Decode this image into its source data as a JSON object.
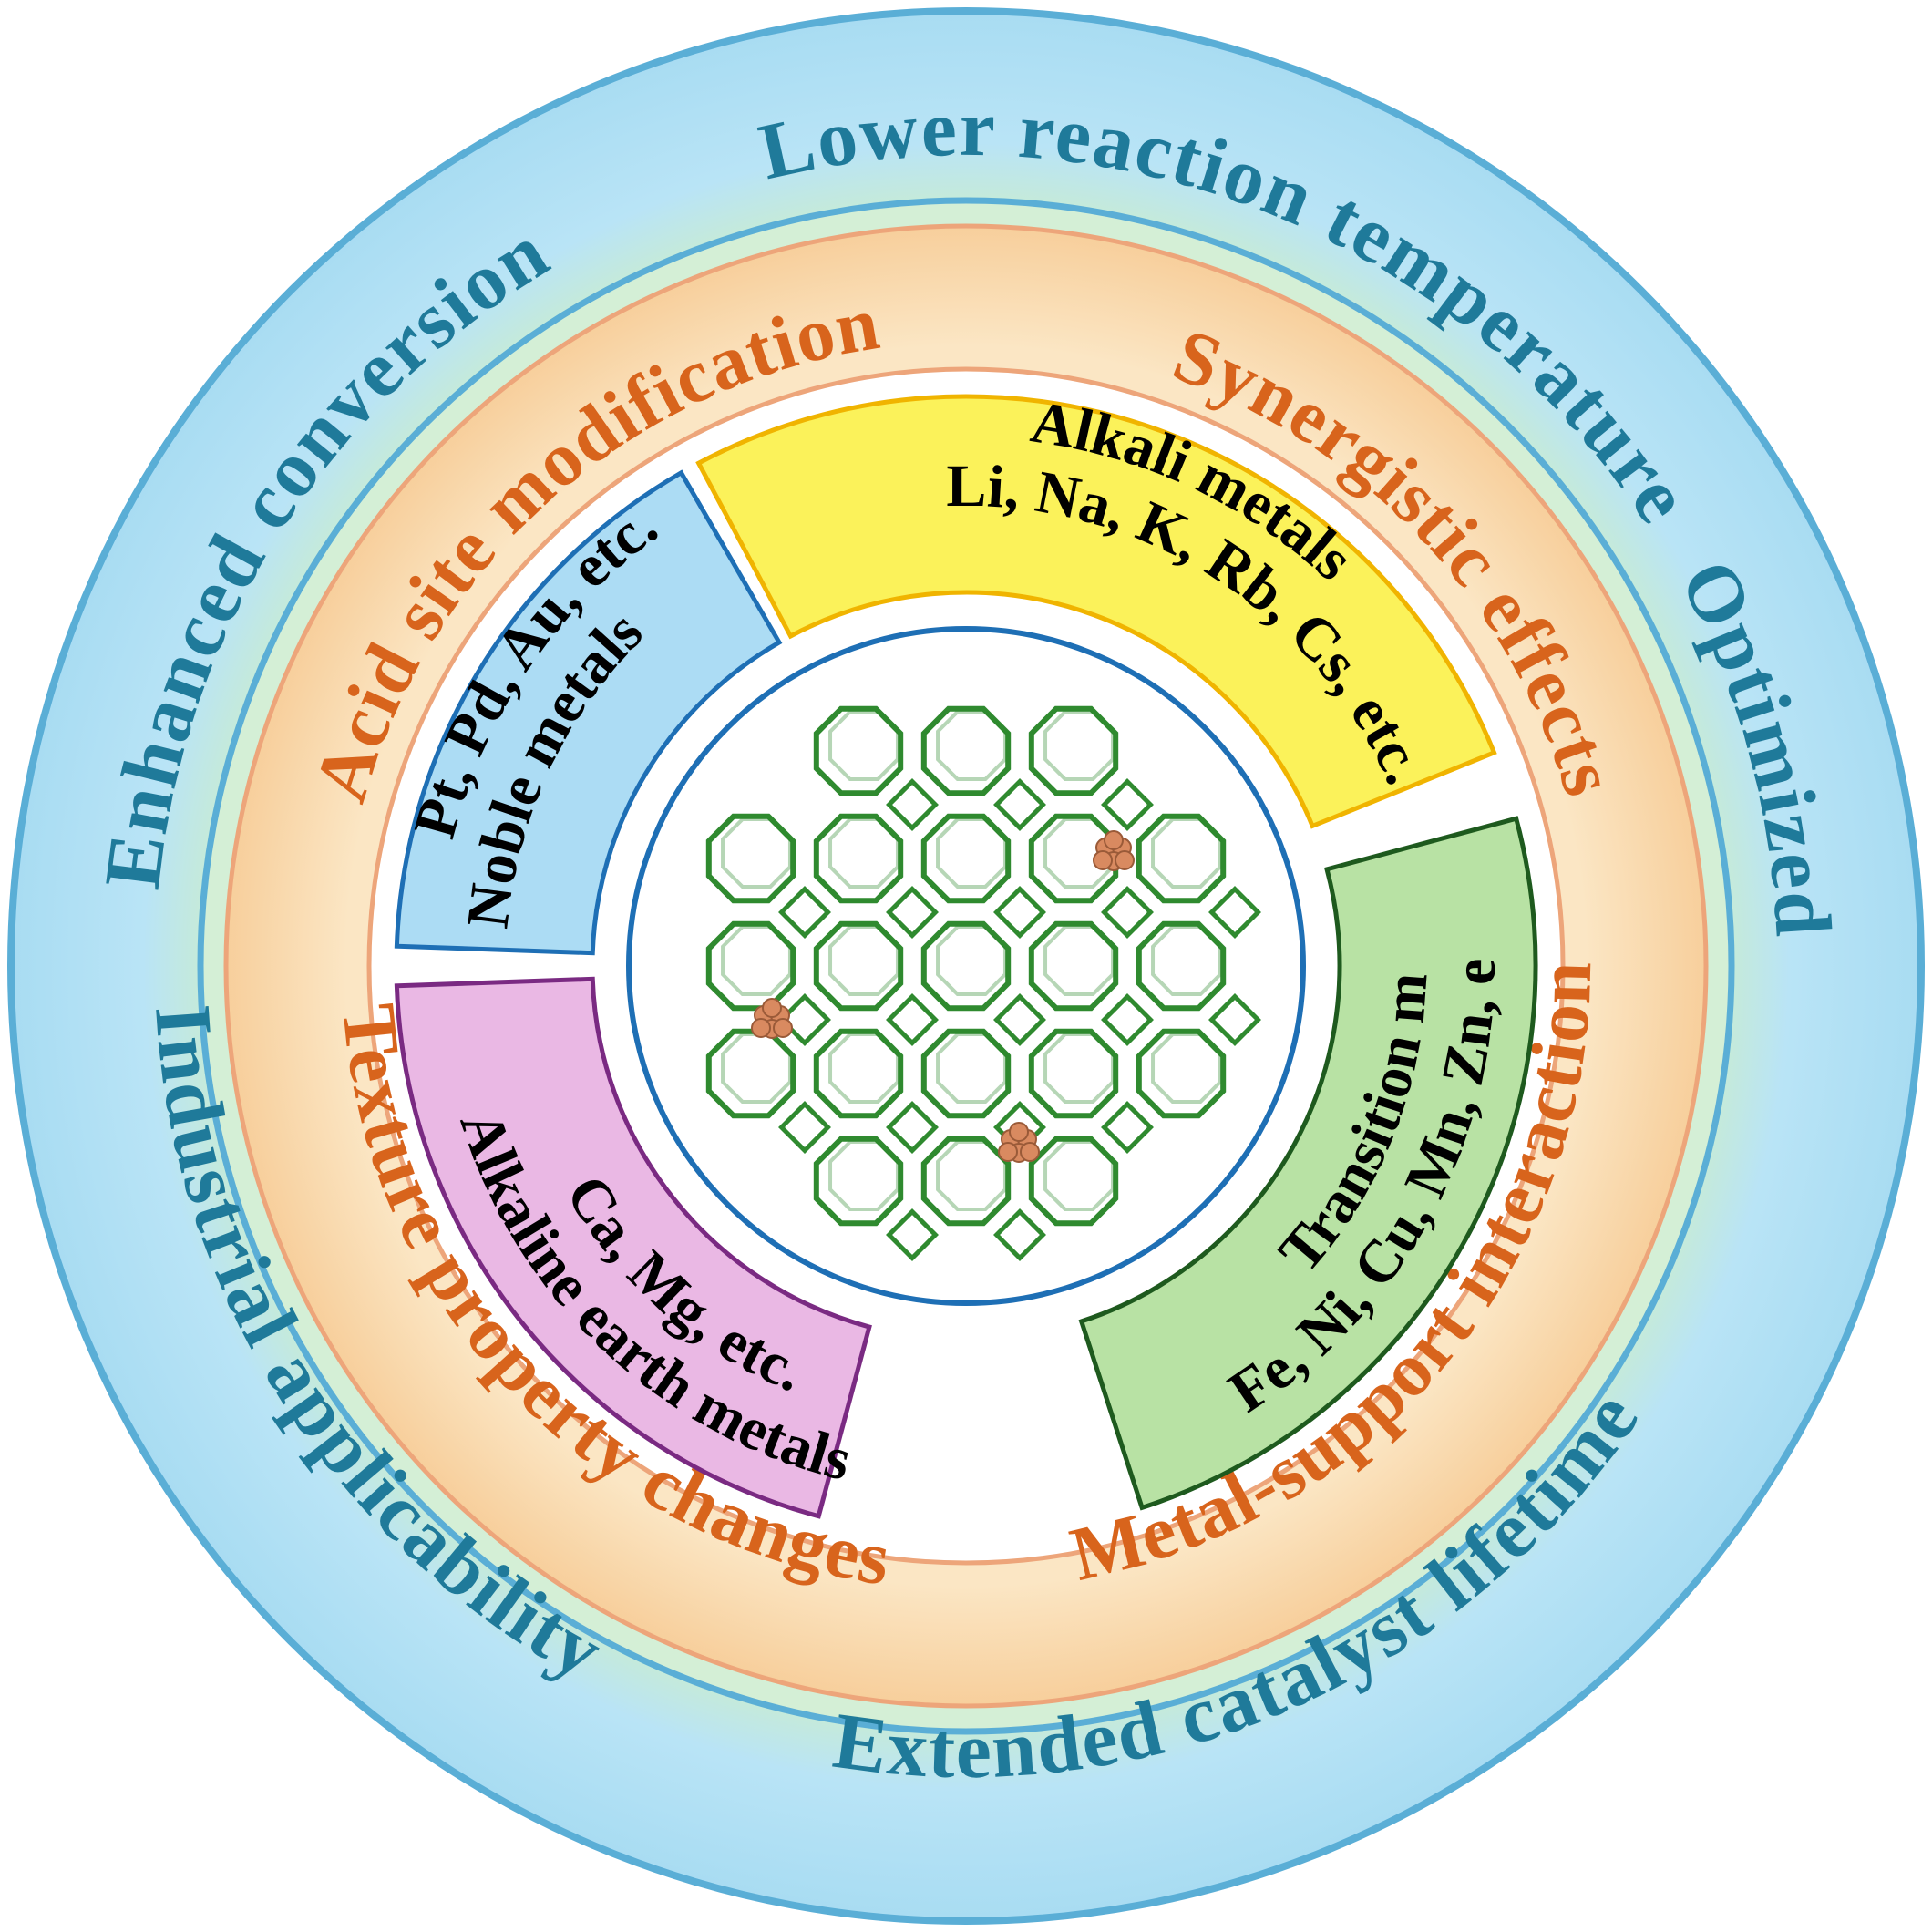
{
  "outer_ring": {
    "labels": [
      "Lower reaction temperature",
      "Optimized selectivity",
      "Extended catalyst lifetime",
      "Industrial applicability",
      "Enhanced conversion"
    ],
    "colors": {
      "ring": "#a8def3",
      "border": "#5aaed6",
      "text": "#1f7a9a"
    }
  },
  "middle_ring": {
    "labels": [
      "Synergistic effects",
      "Metal-support interaction",
      "Texture property changes",
      "Acid site modification"
    ],
    "colors": {
      "ring": "#f7cf98",
      "border": "#eda57a",
      "text": "#d8641c"
    }
  },
  "segments": [
    {
      "id": "alkali",
      "line1": "Alkali metals",
      "line2": "Li, Na, K, Rb, Cs, etc.",
      "fill": "#fbf25a",
      "stroke": "#f0b400"
    },
    {
      "id": "transition",
      "line1": "Transition metals",
      "line2": "Fe, Ni, Cu, Mn, Zn, etc.",
      "fill": "#b8e2a4",
      "stroke": "#1e5a1e"
    },
    {
      "id": "alkaline-earth",
      "line1": "Alkaline earth metals",
      "line2": "Ca, Mg, etc.",
      "fill": "#eab8e4",
      "stroke": "#7a2a82"
    },
    {
      "id": "noble",
      "line1": "Noble metals",
      "line2": "Pt, Pd, Au, etc.",
      "fill": "#acdcf4",
      "stroke": "#1e6fb5"
    }
  ],
  "center": {
    "framework": "zeolite-framework",
    "framework_color": "#2f8a2f",
    "cluster_color": "#d98a60",
    "circle_color": "#1e6fb5"
  }
}
